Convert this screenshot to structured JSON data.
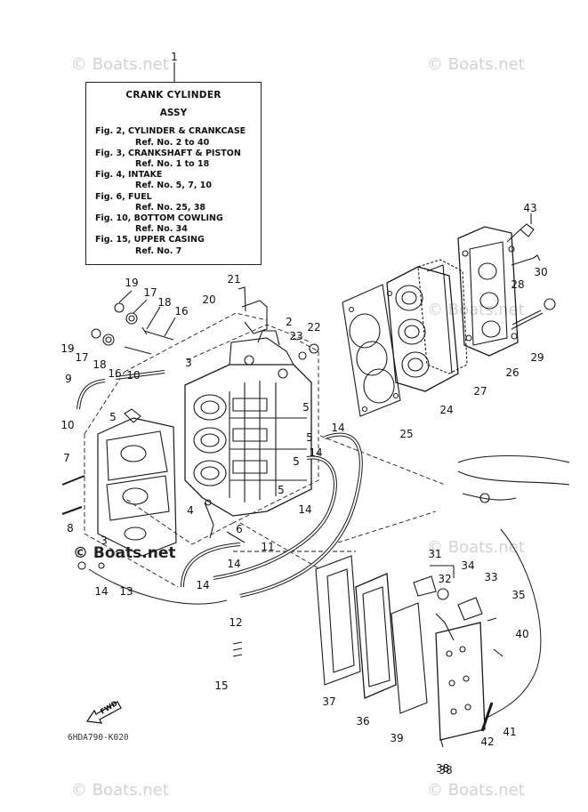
{
  "legend": {
    "title": "CRANK CYLINDER",
    "subtitle": "ASSY",
    "entries": [
      {
        "fig": "Fig. 2, CYLINDER & CRANKCASE",
        "ref": "Ref. No. 2 to 40"
      },
      {
        "fig": "Fig. 3, CRANKSHAFT & PISTON",
        "ref": "Ref. No. 1 to 18"
      },
      {
        "fig": "Fig. 4, INTAKE",
        "ref": "Ref. No. 5, 7, 10"
      },
      {
        "fig": "Fig. 6, FUEL",
        "ref": "Ref. No. 25, 38"
      },
      {
        "fig": "Fig. 10, BOTTOM COWLING",
        "ref": "Ref. No. 34"
      },
      {
        "fig": "Fig. 15, UPPER CASING",
        "ref": "Ref. No. 7"
      }
    ]
  },
  "callouts": [
    "1",
    "2",
    "3",
    "3",
    "4",
    "5",
    "5",
    "5",
    "5",
    "5",
    "6",
    "7",
    "8",
    "9",
    "10",
    "10",
    "11",
    "12",
    "13",
    "14",
    "14",
    "14",
    "14",
    "14",
    "14",
    "15",
    "16",
    "16",
    "17",
    "17",
    "18",
    "18",
    "19",
    "19",
    "20",
    "21",
    "22",
    "23",
    "24",
    "25",
    "26",
    "27",
    "28",
    "29",
    "30",
    "31",
    "32",
    "33",
    "34",
    "35",
    "36",
    "37",
    "38",
    "39",
    "40",
    "41",
    "42",
    "43"
  ],
  "watermarks": [
    "© Boats.net",
    "© Boats.net",
    "© Boats.net",
    "© Boats.net",
    "© Boats.net",
    "© Boats.net"
  ],
  "watermark_dark": "© Boats.net",
  "fwd_label": "FWD",
  "diagram_code": "6HDA790-K020",
  "page_number": "38"
}
